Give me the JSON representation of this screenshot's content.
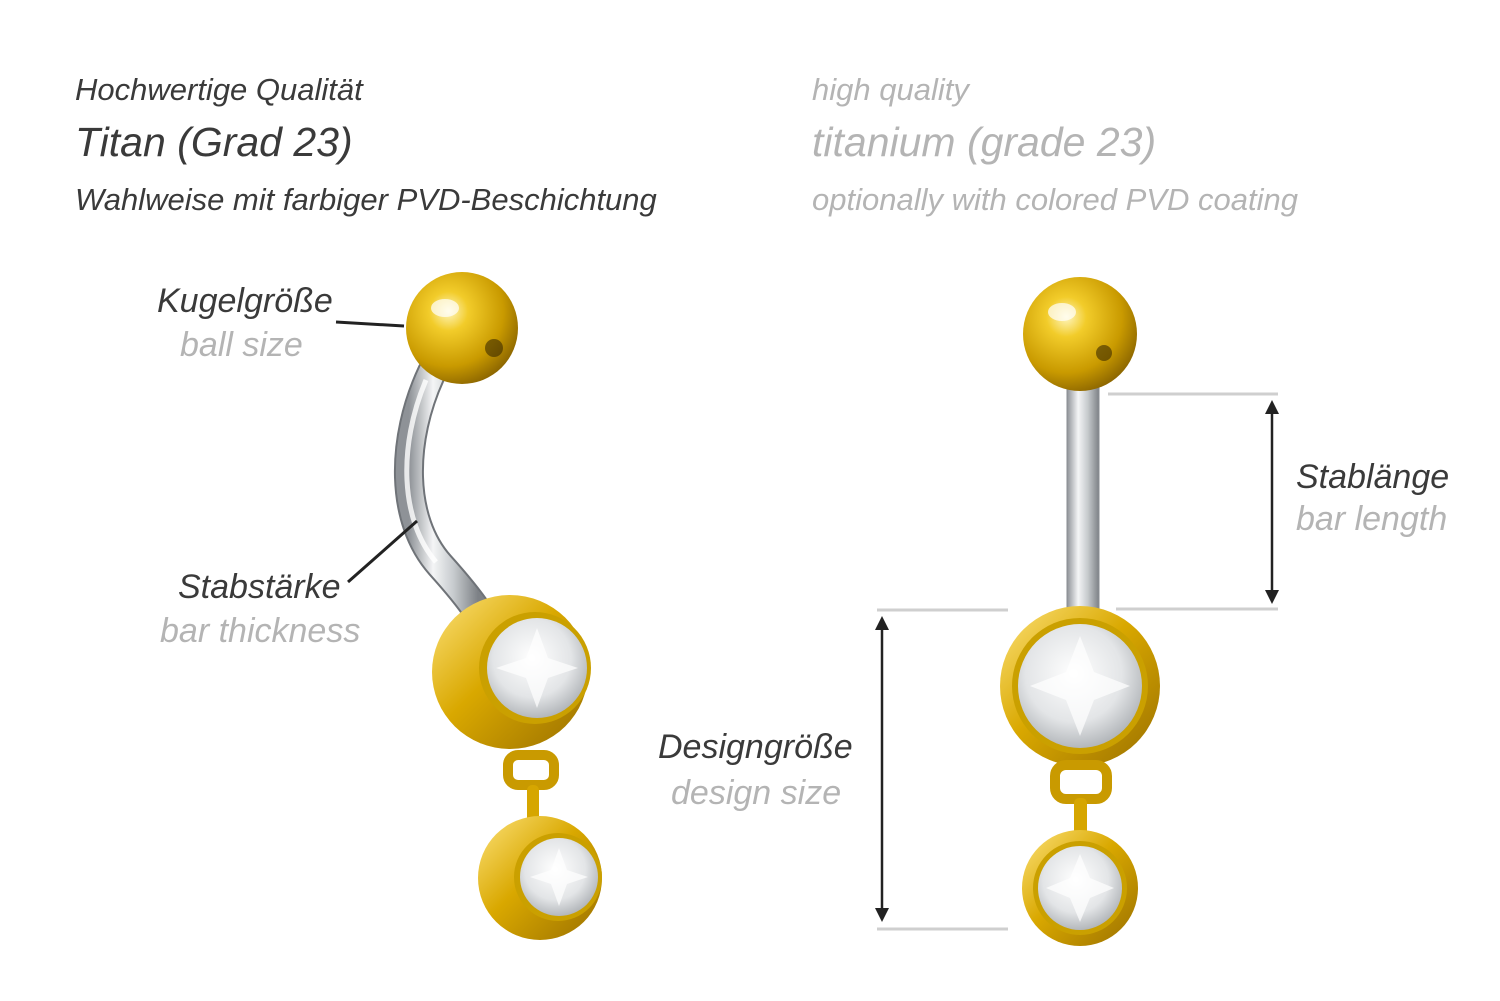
{
  "header": {
    "de": {
      "quality": "Hochwertige Qualität",
      "material": "Titan (Grad 23)",
      "coating": "Wahlweise mit farbiger PVD-Beschichtung"
    },
    "en": {
      "quality": "high quality",
      "material": "titanium (grade 23)",
      "coating": "optionally with colored PVD coating"
    }
  },
  "labels": {
    "ball_size": {
      "de": "Kugelgröße",
      "en": "ball size"
    },
    "bar_thickness": {
      "de": "Stabstärke",
      "en": "bar thickness"
    },
    "bar_length": {
      "de": "Stablänge",
      "en": "bar length"
    },
    "design_size": {
      "de": "Designgröße",
      "en": "design size"
    }
  },
  "colors": {
    "german_text": "#3a3a3a",
    "english_text": "#b4b4b4",
    "gold": "#e0b000",
    "steel": "#c8ccd0",
    "guide_line": "#cfcfcf"
  }
}
